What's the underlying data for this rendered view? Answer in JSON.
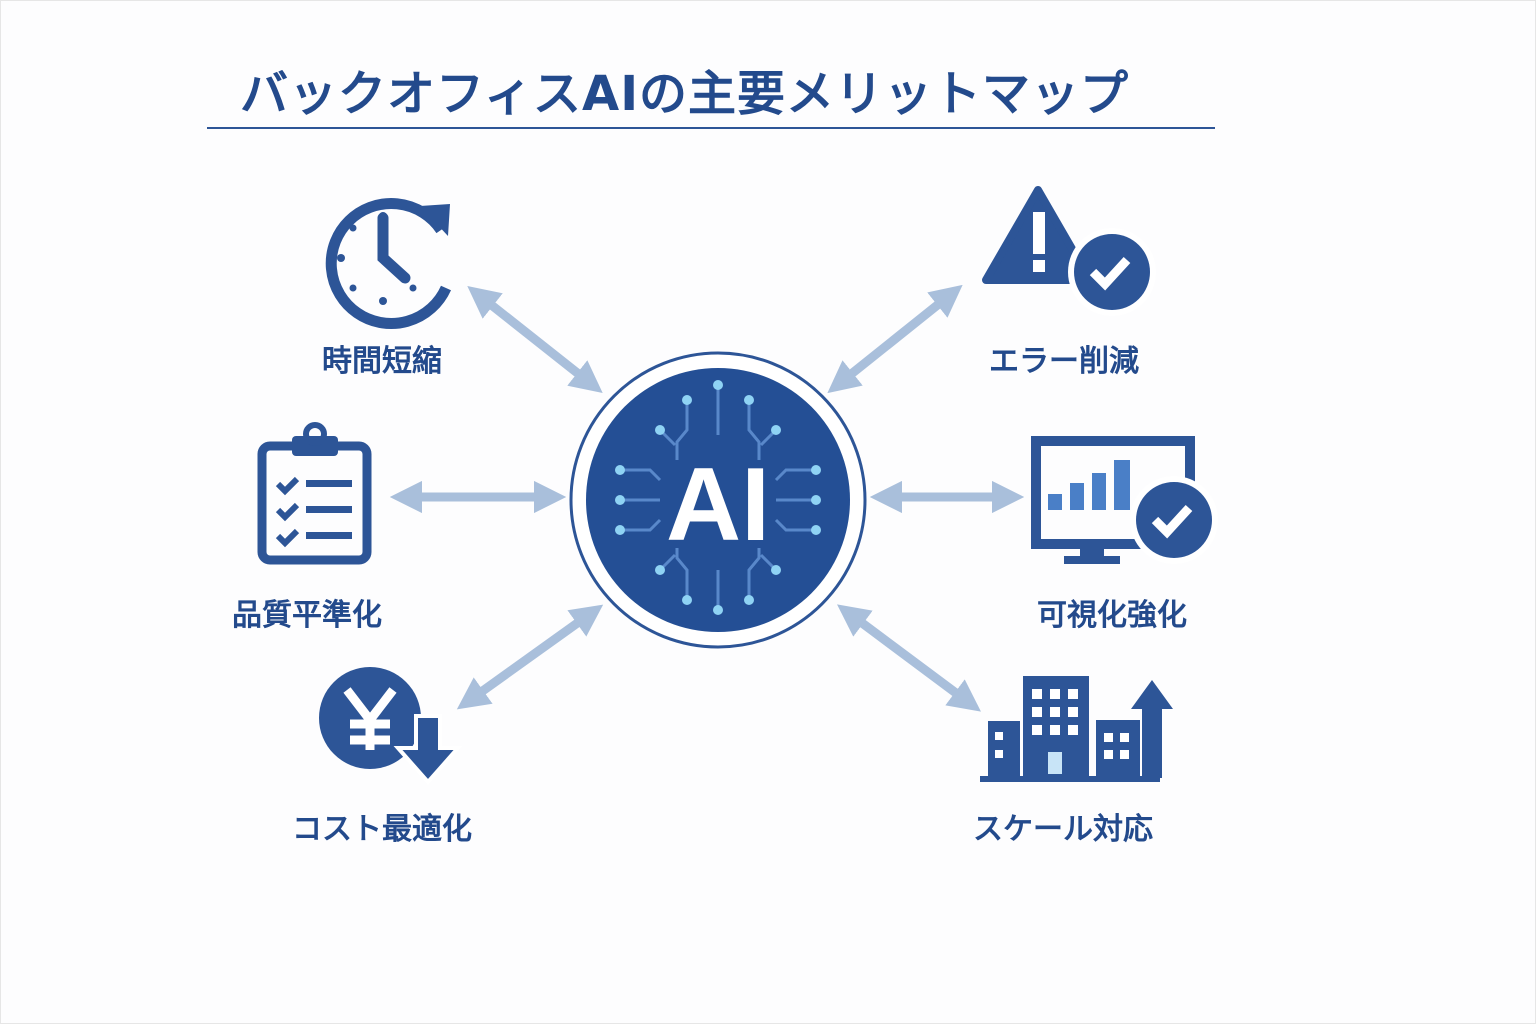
{
  "title": "バックオフィスAIの主要メリットマップ",
  "hub": {
    "label": "AI",
    "icon": "ai-circuit-icon"
  },
  "benefits": [
    {
      "label": "時間短縮",
      "icon": "clock-refresh-icon"
    },
    {
      "label": "品質平準化",
      "icon": "clipboard-checklist-icon"
    },
    {
      "label": "コスト最適化",
      "icon": "yen-down-arrow-icon"
    },
    {
      "label": "エラー削減",
      "icon": "warning-check-icon"
    },
    {
      "label": "可視化強化",
      "icon": "monitor-chart-check-icon"
    },
    {
      "label": "スケール対応",
      "icon": "buildings-up-arrow-icon"
    }
  ],
  "colors": {
    "primary": "#234a8c",
    "arrow": "#a9bfdb",
    "accent": "#8fd3f4"
  }
}
